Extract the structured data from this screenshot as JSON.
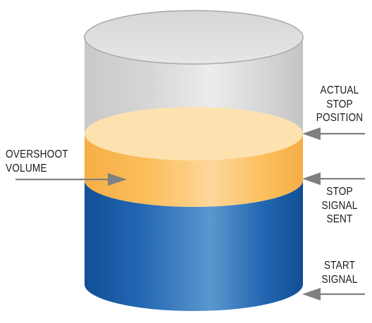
{
  "labels": {
    "overshoot": [
      "OVERSHOOT",
      "VOLUME"
    ],
    "actual_stop": [
      "ACTUAL",
      "STOP",
      "POSITION"
    ],
    "stop_signal": [
      "STOP",
      "SIGNAL",
      "SENT"
    ],
    "start_signal": [
      "START",
      "SIGNAL"
    ]
  },
  "colors": {
    "empty": "#d2d2d2",
    "overshoot": "#fbbe5a",
    "overshoot_top": "#fde2b0",
    "fill": "#1e63ae",
    "arrow": "#808080"
  }
}
